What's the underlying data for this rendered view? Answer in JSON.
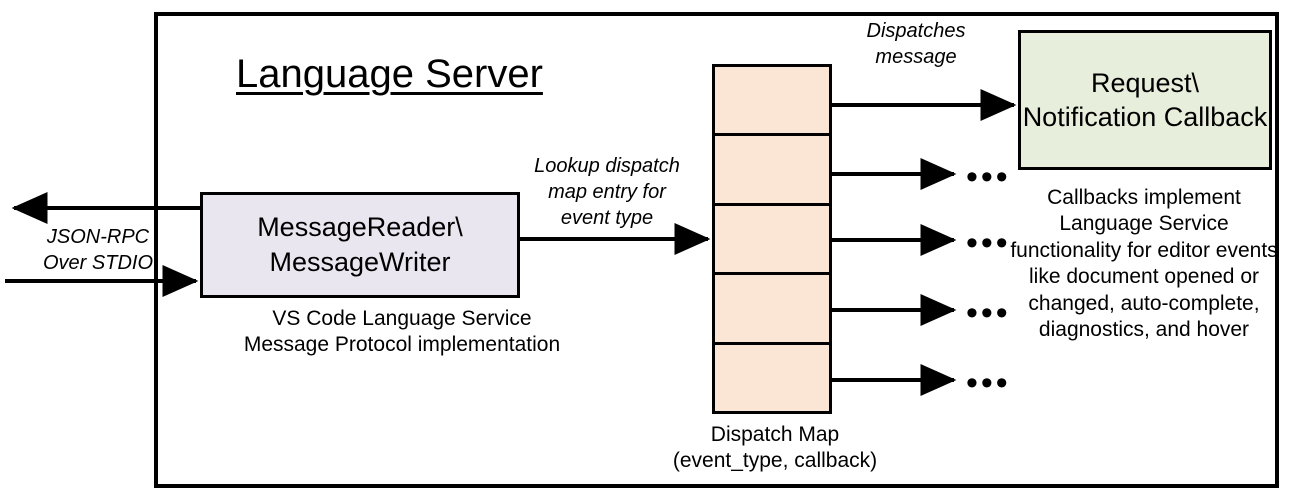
{
  "diagram": {
    "title": "Language Server",
    "outer_border_color": "#000000",
    "background": "#ffffff"
  },
  "message_reader": {
    "label": "MessageReader\\\nMessageWriter",
    "caption": "VS Code Language Service\nMessage Protocol implementation",
    "fill": "#E9E6EF"
  },
  "callback": {
    "label": "Request\\\nNotification\nCallback",
    "caption": "Callbacks implement Language Service functionality for editor events like document opened or changed, auto-complete, diagnostics, and hover",
    "fill": "#E7EEDC"
  },
  "dispatch_map": {
    "caption": "Dispatch Map\n(event_type, callback)",
    "fill": "#FBE5D4",
    "cell_count": 5,
    "cells": [
      {
        "name": "dispatch-entry-1",
        "target": "callback-box"
      },
      {
        "name": "dispatch-entry-2",
        "target": "ellipsis"
      },
      {
        "name": "dispatch-entry-3",
        "target": "ellipsis"
      },
      {
        "name": "dispatch-entry-4",
        "target": "ellipsis"
      },
      {
        "name": "dispatch-entry-5",
        "target": "ellipsis"
      }
    ]
  },
  "edges": {
    "transport_label": "JSON-RPC\nOver STDIO",
    "lookup_label": "Lookup dispatch\nmap entry for\nevent type",
    "dispatches_label": "Dispatches\nmessage",
    "ellipsis": "•••"
  }
}
